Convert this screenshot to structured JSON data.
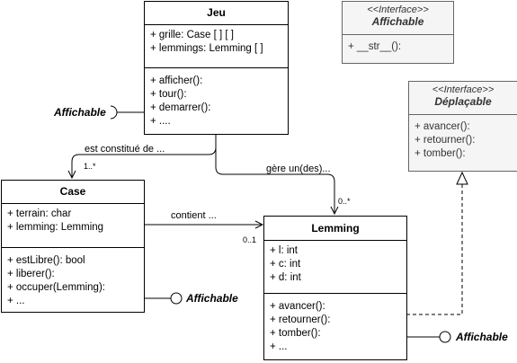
{
  "classes": {
    "jeu": {
      "name": "Jeu",
      "attributes": [
        "+ grille: Case [ ] [ ]",
        "+ lemmings: Lemming [ ]"
      ],
      "methods": [
        "+ afficher():",
        "+ tour():",
        "+ demarrer():",
        "+ ...."
      ]
    },
    "case": {
      "name": "Case",
      "attributes": [
        "+ terrain: char",
        "+ lemming: Lemming"
      ],
      "methods": [
        "+ estLibre(): bool",
        "+ liberer():",
        "+ occuper(Lemming):",
        "+ ..."
      ]
    },
    "lemming": {
      "name": "Lemming",
      "attributes": [
        "+ l: int",
        "+ c: int",
        "+ d: int"
      ],
      "methods": [
        "+ avancer():",
        "+ retourner():",
        "+ tomber():",
        "+ ..."
      ]
    }
  },
  "interfaces": {
    "affichable": {
      "stereotype": "<<Interface>>",
      "name": "Affichable",
      "methods": [
        "+ __str__():"
      ]
    },
    "deplacable": {
      "stereotype": "<<Interface>>",
      "name": "Déplaçable",
      "methods": [
        "+ avancer():",
        "+ retourner():",
        "+ tomber():"
      ]
    }
  },
  "relations": {
    "jeu_case_label": "est constitué de ...",
    "jeu_case_mult": "1..*",
    "jeu_lemming_label": "gère un(des)...",
    "jeu_lemming_mult": "0..*",
    "case_lemming_label": "contient ...",
    "case_lemming_mult": "0..1"
  },
  "lollipops": {
    "jeu": "Affichable",
    "case": "Affichable",
    "lemming": "Affichable"
  }
}
